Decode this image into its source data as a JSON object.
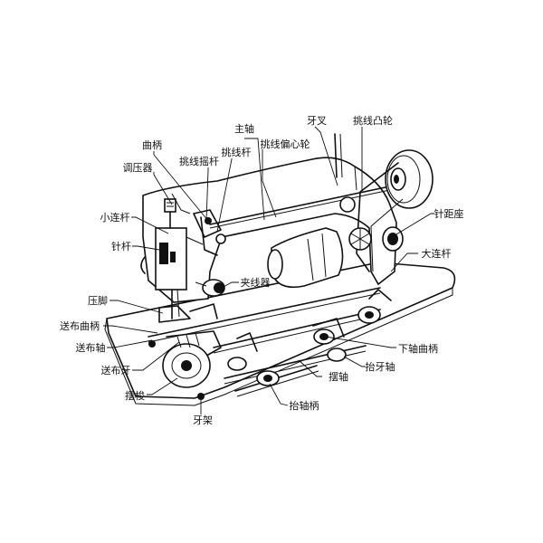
{
  "labels": {
    "zhuzhou": "主轴",
    "yacha": "牙叉",
    "tiaoxian_tulun": "挑线凸轮",
    "qubing": "曲柄",
    "tiaoxian_yaogan": "挑线摇杆",
    "tiaoxian_gan": "挑线杆",
    "tiaoxian_pianxinlun": "挑线偏心轮",
    "tiaoyaqi": "调压器",
    "zhenjuzuo": "针距座",
    "xiaolian_gan": "小连杆",
    "dalian_gan": "大连杆",
    "zhengan": "针杆",
    "jiaxianqi": "夹线器",
    "yajiao": "压脚",
    "songbu_qubing": "送布曲柄",
    "songbuzhou": "送布轴",
    "xiazhou_qubing": "下轴曲柄",
    "songbuya": "送布牙",
    "taiyazhou": "抬牙轴",
    "baisuo": "摆梭",
    "baizhou": "摆轴",
    "yajia": "牙架",
    "taizhoubing": "抬轴柄"
  }
}
